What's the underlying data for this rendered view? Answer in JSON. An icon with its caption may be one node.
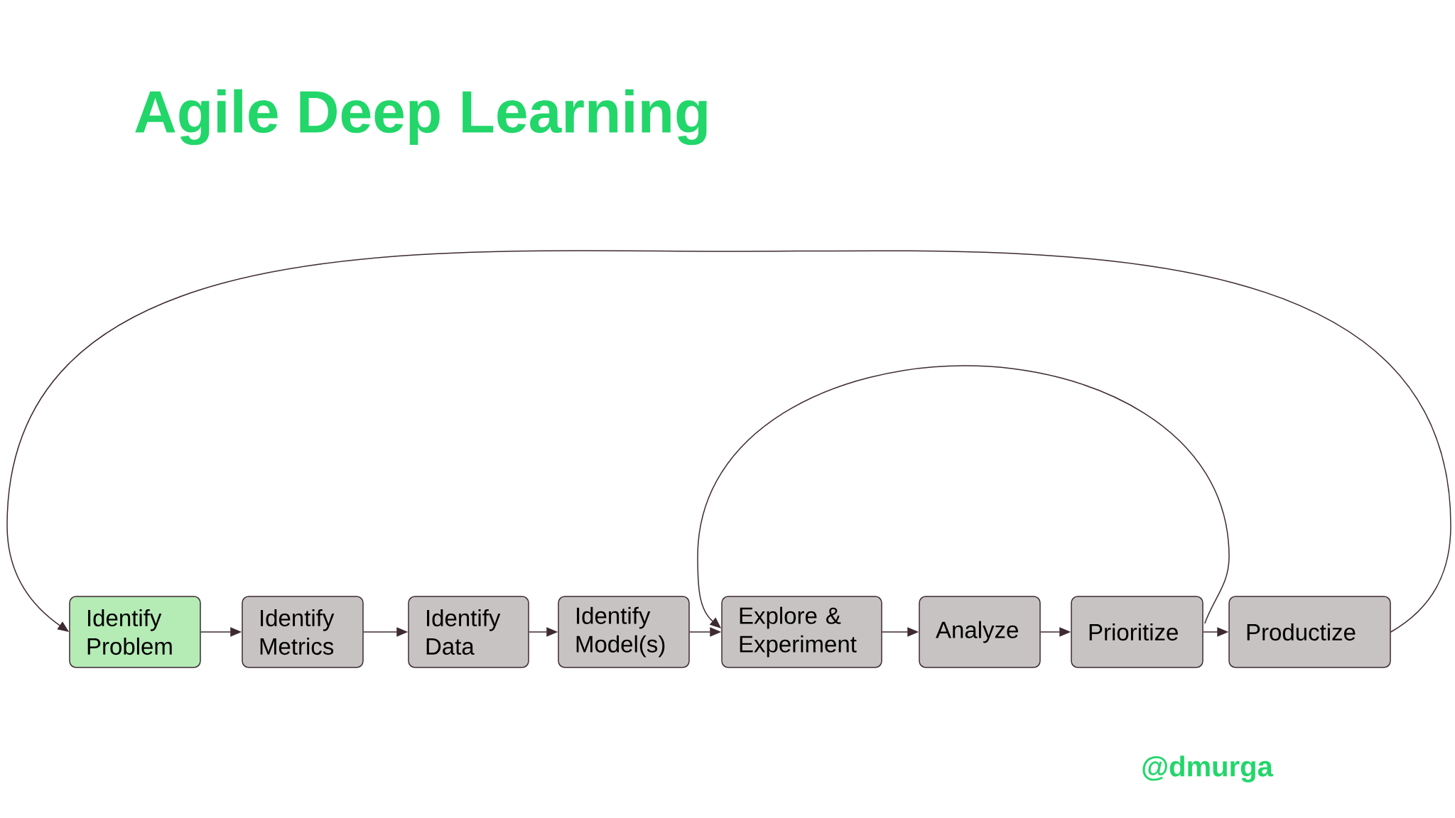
{
  "diagram": {
    "title": "Agile Deep Learning",
    "nodes": [
      {
        "text": [
          "Identify Problem"
        ]
      },
      {
        "text": [
          "Identify Metrics"
        ]
      },
      {
        "text": [
          "Identify Data"
        ]
      },
      {
        "text": [
          "Identify Model(s)"
        ]
      },
      {
        "text": [
          "Explore & Experiment"
        ]
      },
      {
        "text": [
          "Analyze"
        ]
      },
      {
        "text": [
          "Prioritize"
        ]
      },
      {
        "text": [
          "Productize"
        ]
      }
    ],
    "edges": [
      {
        "from": 0,
        "to": 1,
        "arrow": "to"
      },
      {
        "from": 1,
        "to": 2,
        "arrow": "to"
      },
      {
        "from": 2,
        "to": 3,
        "arrow": "to"
      },
      {
        "from": 3,
        "to": 4,
        "arrow": "to"
      },
      {
        "from": 4,
        "to": 5,
        "arrow": "to"
      },
      {
        "from": 5,
        "to": 6,
        "arrow": "to"
      },
      {
        "from": 6,
        "to": 7,
        "arrow": "to"
      },
      {
        "from": 6,
        "to": 4,
        "arrow": "to"
      },
      {
        "from": 7,
        "to": 0,
        "arrow": "to"
      }
    ],
    "labels": [
      "@dmurga"
    ]
  }
}
